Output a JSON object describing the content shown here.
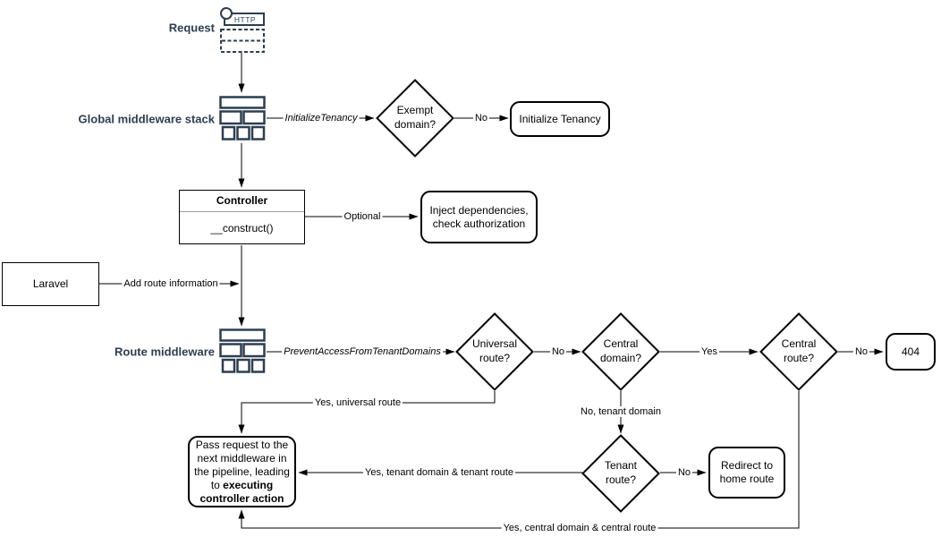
{
  "nodes": {
    "request_label": "Request",
    "global_mw_label": "Global middleware stack",
    "route_mw_label": "Route middleware",
    "http_icon_text": "HTTP",
    "exempt_domain": "Exempt domain?",
    "initialize_tenancy": "Initialize Tenancy",
    "controller_title": "Controller",
    "controller_method": "__construct()",
    "inject_dependencies": "Inject dependencies, check authorization",
    "laravel": "Laravel",
    "universal_route": "Universal route?",
    "central_domain": "Central domain?",
    "central_route": "Central route?",
    "not_found": "404",
    "tenant_route": "Tenant route?",
    "redirect_home": "Redirect to home route",
    "pass_request_text": "Pass request to the next middleware in the pipeline, leading to ",
    "pass_request_bold": "executing controller action"
  },
  "edges": {
    "initialize_tenancy_mw": "InitializeTenancy",
    "prevent_access_mw": "PreventAccessFromTenantDomains",
    "no_exempt": "No",
    "optional": "Optional",
    "add_route_information": "Add route information",
    "no_universal": "No",
    "yes_central_domain": "Yes",
    "no_central_route": "No",
    "yes_universal_route": "Yes, universal route",
    "no_tenant_domain": "No, tenant domain",
    "yes_tenant_route": "Yes, tenant domain & tenant route",
    "no_tenant_route": "No",
    "yes_central_route": "Yes, central domain & central route"
  },
  "colors": {
    "accent": "#2d3e50",
    "line": "#000000",
    "node_fill": "#ffffff",
    "node_border": "#000000"
  }
}
